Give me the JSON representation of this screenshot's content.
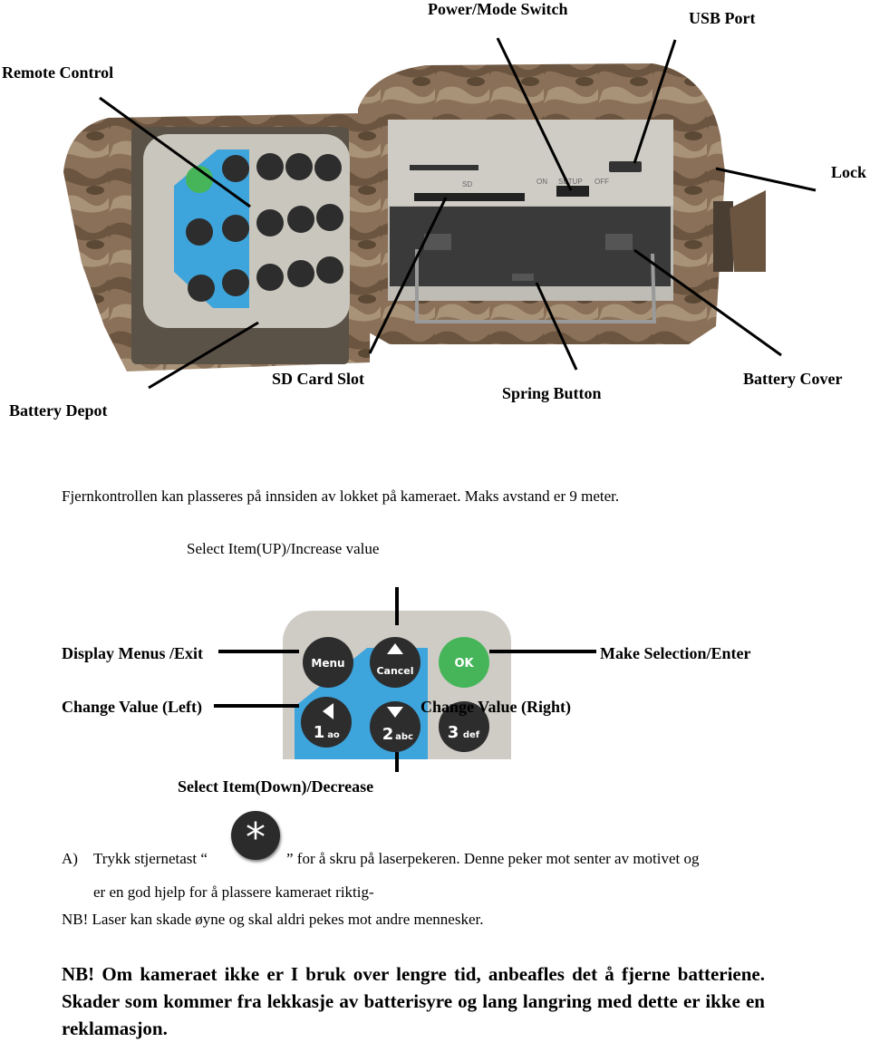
{
  "labels": {
    "power_mode_switch": "Power/Mode Switch",
    "usb_port": "USB Port",
    "remote_control": "Remote Control",
    "lock": "Lock",
    "sd_card_slot": "SD Card Slot",
    "battery_cover": "Battery Cover",
    "spring_button": "Spring Button",
    "battery_depot": "Battery Depot"
  },
  "camera_markings": {
    "sd": "SD",
    "switch_on": "ON",
    "switch_setup": "SETUP",
    "switch_off": "OFF"
  },
  "remote_keys": {
    "menu": "Menu",
    "cancel": "Cancel",
    "ok": "OK",
    "key1": "1",
    "key1_sub": "ao",
    "key2": "2",
    "key2_sub": "abc",
    "key3": "3",
    "key3_sub": "def"
  },
  "intro_text": "Fjernkontrollen kan plasseres på innsiden av lokket på kameraet. Maks avstand er 9 meter.",
  "remote_labels": {
    "up": "Select Item(UP)/Increase value",
    "menu": "Display Menus /Exit",
    "ok": "Make Selection/Enter",
    "left": "Change Value (Left)",
    "right": "Change Value (Right)",
    "down": "Select Item(Down)/Decrease"
  },
  "laser": {
    "item_marker": "A)",
    "text_before": "Trykk stjernetast “",
    "star_key": "*",
    "text_after": "” for å skru på laserpekeren. Denne peker mot senter av motivet og",
    "line2": "er en god hjelp for å plassere kameraet riktig-",
    "warning": "NB! Laser kan skade øyne og skal aldri pekes mot andre mennesker."
  },
  "nb_paragraph": "NB! Om kameraet ikke er I bruk over lengre tid, anbeafles det å fjerne batteriene. Skader som kommer fra lekkasje av batterisyre og lang langring med dette er ikke en reklamasjon."
}
